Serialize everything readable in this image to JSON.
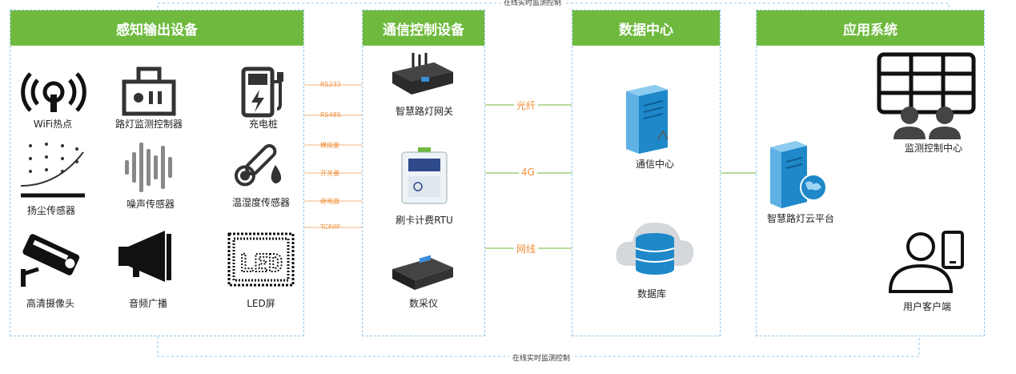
{
  "top_loop_label": "在线实时监测控制",
  "bottom_loop_label": "在线实时监测控制",
  "panels": {
    "sensing": {
      "title": "感知输出设备"
    },
    "comm": {
      "title": "通信控制设备"
    },
    "datacenter": {
      "title": "数据中心"
    },
    "app": {
      "title": "应用系统"
    }
  },
  "sensing_items": {
    "wifi": "WiFi热点",
    "monitor_ctrl": "路灯监测控制器",
    "charger": "充电桩",
    "dust": "扬尘传感器",
    "noise": "噪声传感器",
    "temp_humidity": "温湿度传感器",
    "camera": "高清摄像头",
    "audio": "音频广播",
    "led": "LED屏"
  },
  "interfaces": [
    "RS232",
    "RS485",
    "模拟量",
    "开关量",
    "继电器",
    "TCP/IP"
  ],
  "comm_items": {
    "gateway": "智慧路灯网关",
    "rtu": "刷卡计费RTU",
    "collector": "数采仪"
  },
  "links": {
    "fiber": "光纤",
    "g4": "4G",
    "cable": "网线"
  },
  "datacenter_items": {
    "comm_center": "通信中心",
    "database": "数据库"
  },
  "app_items": {
    "cloud": "智慧路灯云平台",
    "monitor_center": "监测控制中心",
    "client": "用户客户端"
  },
  "colors": {
    "header_green": "#6fba3e",
    "dashed_blue": "#8fc6e8",
    "label_orange": "#f0903a",
    "server_blue": "#1e88c9"
  }
}
